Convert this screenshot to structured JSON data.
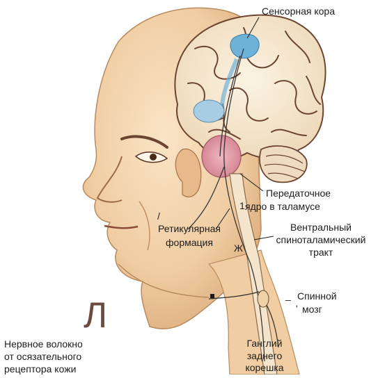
{
  "labels": {
    "sensory_cortex": "Сенсорная кора",
    "relay_nucleus": [
      "Передаточное",
      "ядро в таламусе"
    ],
    "reticular_formation": [
      "Ретикулярная",
      "формация"
    ],
    "ventral_tract": [
      "Вентральный",
      "спиноталамический",
      "тракт"
    ],
    "spinal_cord": [
      "Спинной",
      "мозг"
    ],
    "nerve_fiber": [
      "Нервное волокно",
      "от осязательного",
      "рецептора кожи"
    ],
    "ganglion": [
      "Ганглий",
      "заднего",
      "корешка"
    ],
    "figure_letter": "Л",
    "marks": {
      "zh": "Ж",
      "relay_mark": "1",
      "slash": "/",
      "underscore": "_",
      "apostrophe": "'"
    }
  },
  "colors": {
    "skin": "#f3d6b0",
    "skin_shadow": "#d9a877",
    "brain": "#f6e9d2",
    "sulci": "#6b4532",
    "cortex_blue": "#6fb2d8",
    "thalamus_pink": "#e39aa6",
    "nerve_line": "#2b2b2b"
  }
}
